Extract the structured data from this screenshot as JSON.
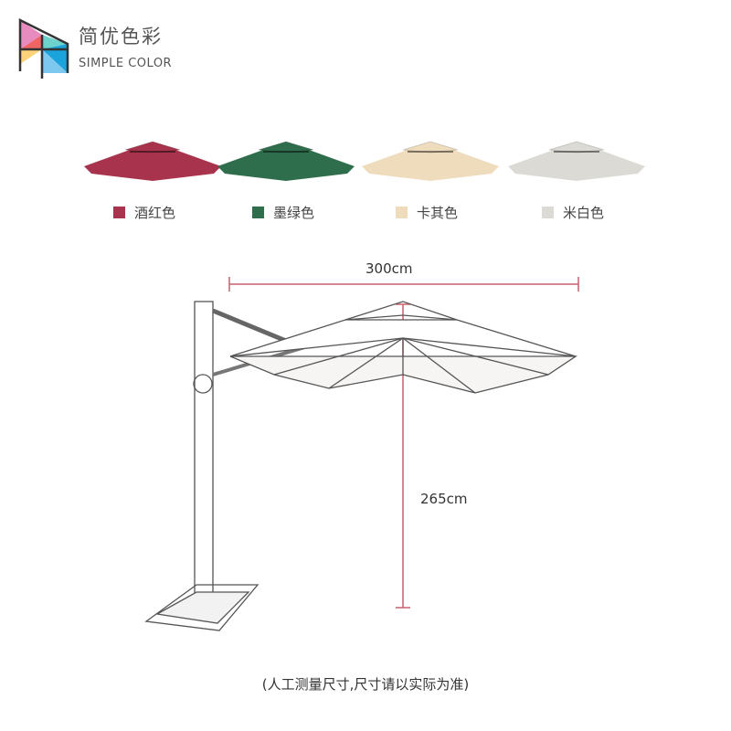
{
  "brand": {
    "name_cn": "简优色彩",
    "name_en": "SIMPLE COLOR"
  },
  "colors": [
    {
      "label": "酒红色",
      "hex": "#a8334c"
    },
    {
      "label": "墨绿色",
      "hex": "#2f6e4c"
    },
    {
      "label": "卡其色",
      "hex": "#eedcbd"
    },
    {
      "label": "米白色",
      "hex": "#dcdad4"
    }
  ],
  "dimensions": {
    "width": "300cm",
    "height": "265cm"
  },
  "note": "(人工测量尺寸,尺寸请以实际为准)",
  "accent": "#c9606e"
}
